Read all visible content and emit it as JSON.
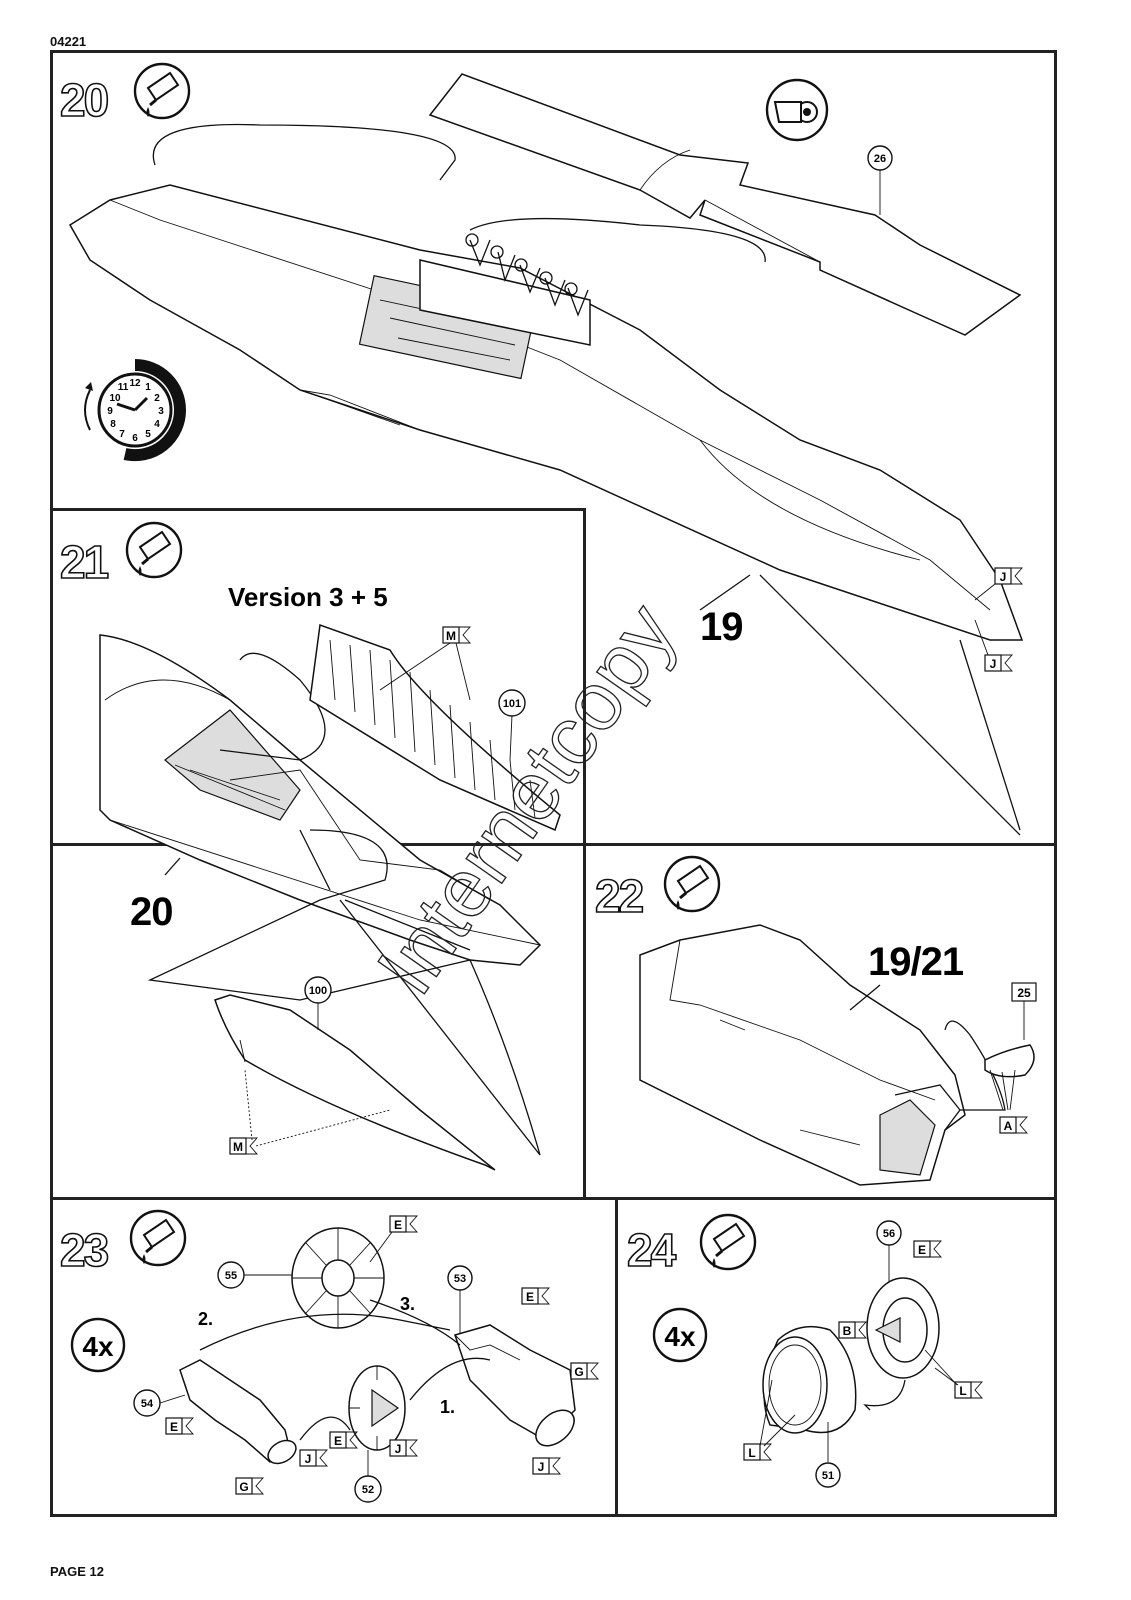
{
  "header": {
    "doc_code": "04221"
  },
  "footer": {
    "page_label": "PAGE 12"
  },
  "watermark": "Internetcopy",
  "steps": [
    {
      "number": "20",
      "icon": "glue-tube-icon",
      "parts": {
        "p26": "26",
        "j1": "J",
        "j2": "J",
        "ref19": "19"
      },
      "extra_icons": [
        "masking-tape-icon",
        "clock-drying-time-icon"
      ],
      "clock_numbers": [
        "12",
        "1",
        "2",
        "3",
        "4",
        "5",
        "6",
        "7",
        "8",
        "9",
        "10",
        "11"
      ]
    },
    {
      "number": "21",
      "icon": "glue-tube-icon",
      "version_label": "Version 3 + 5",
      "parts": {
        "p101": "101",
        "p100": "100",
        "m1": "M",
        "m2": "M",
        "ref20": "20"
      }
    },
    {
      "number": "22",
      "icon": "glue-tube-icon",
      "parts": {
        "p25": "25",
        "a": "A",
        "ref": "19/21"
      }
    },
    {
      "number": "23",
      "icon": "glue-tube-icon",
      "multiplier": "4x",
      "parts": {
        "p55": "55",
        "p53": "53",
        "p54": "54",
        "p52": "52",
        "e1": "E",
        "e2": "E",
        "e3": "E",
        "e4": "E",
        "g1": "G",
        "g2": "G",
        "j1": "J",
        "j2": "J",
        "j3": "J"
      },
      "sequence": [
        "1.",
        "2.",
        "3."
      ]
    },
    {
      "number": "24",
      "icon": "glue-tube-icon",
      "multiplier": "4x",
      "parts": {
        "p56": "56",
        "p51": "51",
        "e": "E",
        "b": "B",
        "l1": "L",
        "l2": "L"
      }
    }
  ]
}
